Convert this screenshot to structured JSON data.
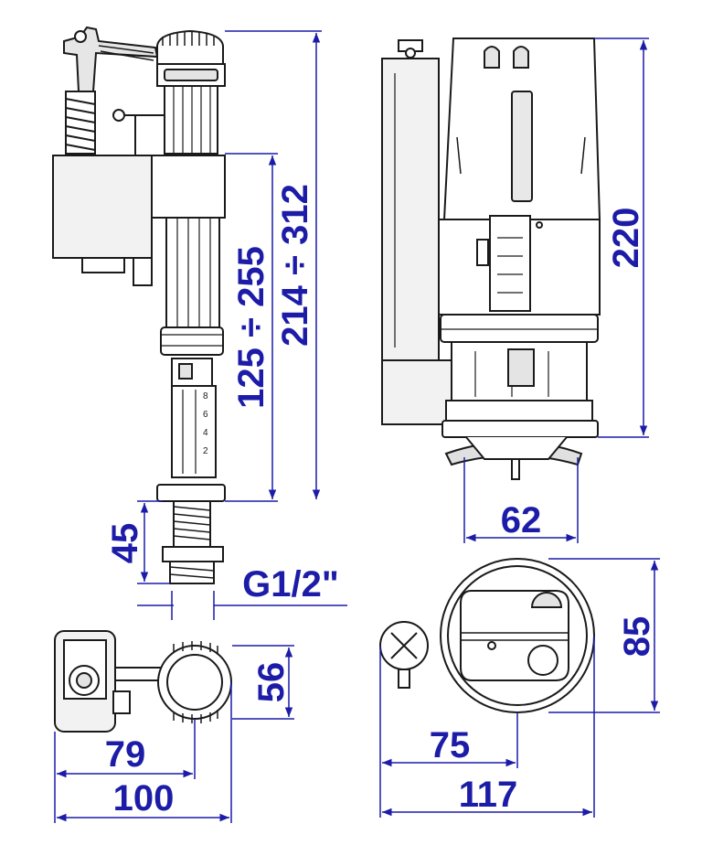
{
  "colors": {
    "dimension": "#1c1ca8",
    "outline": "#1a1a1a",
    "fill": "#f4f4f4",
    "shade": "#d8d8d8"
  },
  "dimensions": {
    "fill_valve_height_range": "125 ÷ 255",
    "fill_valve_total_range": "214 ÷ 312",
    "inlet_shank_length": "45",
    "inlet_thread": "G1/2\"",
    "fill_valve_top_depth": "56",
    "fill_valve_top_partial_width": "79",
    "fill_valve_top_width": "100",
    "flush_valve_height": "220",
    "flush_valve_base_width": "62",
    "flush_valve_top_depth": "85",
    "flush_valve_top_partial_width": "75",
    "flush_valve_top_width": "117"
  },
  "scale_marks": [
    "8",
    "6",
    "4",
    "2"
  ]
}
